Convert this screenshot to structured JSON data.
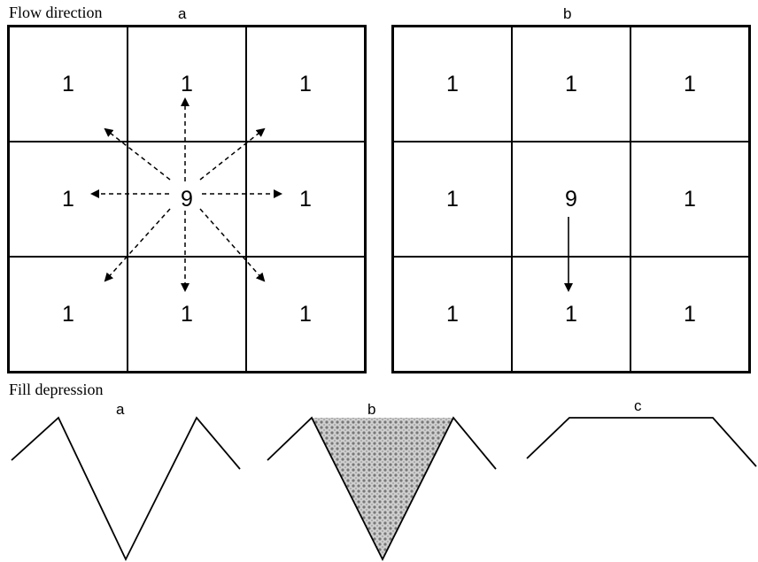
{
  "flow_direction": {
    "title": "Flow direction",
    "panel_a": {
      "label": "a",
      "cells": [
        "1",
        "1",
        "1",
        "1",
        "9",
        "1",
        "1",
        "1",
        "1"
      ]
    },
    "panel_b": {
      "label": "b",
      "cells": [
        "1",
        "1",
        "1",
        "1",
        "9",
        "1",
        "1",
        "1",
        "1"
      ]
    }
  },
  "fill_depression": {
    "title": "Fill depression",
    "profiles": [
      {
        "label": "a"
      },
      {
        "label": "b"
      },
      {
        "label": "c"
      }
    ]
  }
}
